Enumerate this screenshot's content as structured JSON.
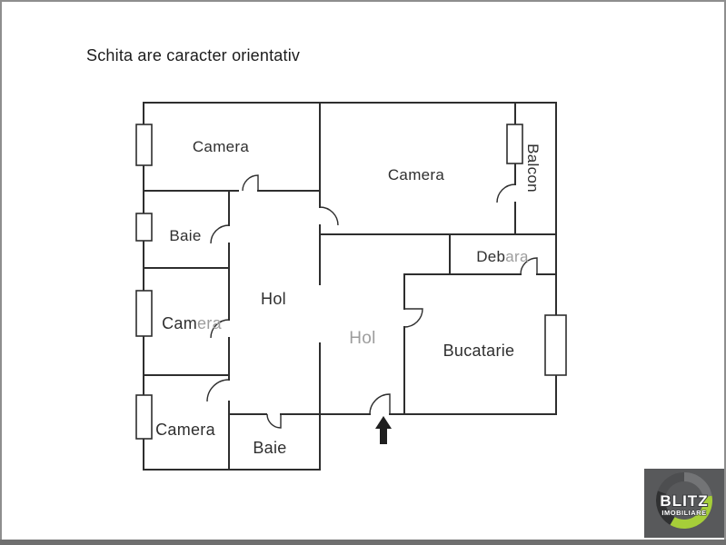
{
  "title": "Schita are caracter orientativ",
  "rooms": {
    "camera_top_left": "Camera",
    "camera_top_right": "Camera",
    "balcon": "Balcon",
    "baie_top": "Baie",
    "camera_middle": {
      "dark": "Cam",
      "gray": "era"
    },
    "hol_left": "Hol",
    "hol_right": "Hol",
    "debara": {
      "dark": "Deb",
      "gray": "ara"
    },
    "bucatarie": "Bucatarie",
    "camera_bottom": "Camera",
    "baie_bottom": "Baie"
  },
  "entrance": {
    "icon": "entrance-arrow-icon",
    "direction": "up"
  },
  "logo": {
    "brand": "BLITZ",
    "subtitle": "IMOBILIARE",
    "accent_green": "#a6ce39",
    "square_gray": "#58595b"
  },
  "colors": {
    "wall": "#2e2e2e",
    "label": "#2f2f2f",
    "label_muted": "#9d9d9d",
    "frame": "#8e8e8e",
    "bottom_bar": "#6f6f6f"
  }
}
